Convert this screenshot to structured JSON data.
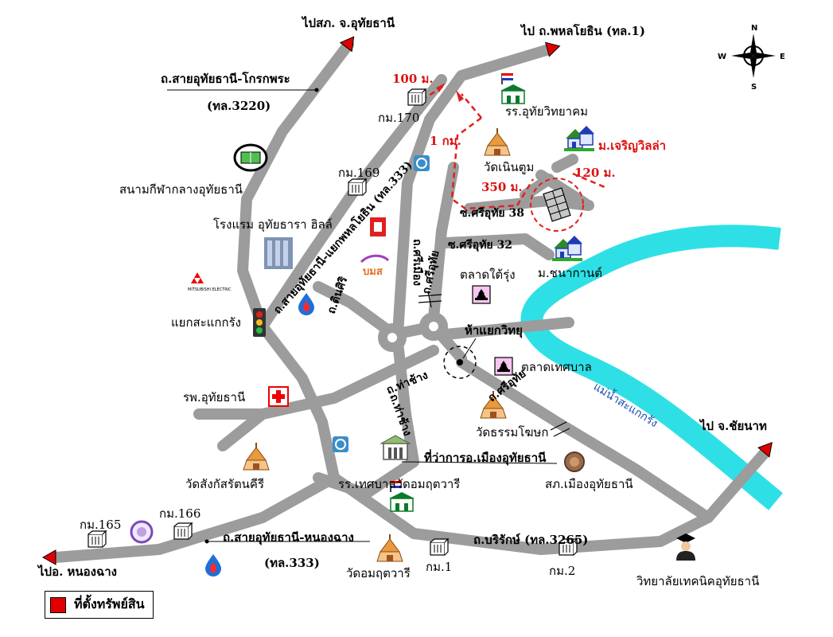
{
  "colors": {
    "road": "#9c9c9c",
    "river": "#2ee0e6",
    "route": "#e0201c",
    "property": "#e00000"
  },
  "labels": {
    "to_sk": "ไปสภ. จ.อุทัยธานี",
    "to_phahon": "ไป ถ.พหลโยธิน (ทล.1)",
    "rd_3220": "ถ.สายอุทัยธานี-โกรกพระ",
    "rd_3220_code": "(ทล.3220)",
    "km170": "กม.170",
    "km169": "กม.169",
    "km166": "กม.166",
    "km165": "กม.165",
    "km1": "กม.1",
    "km2": "กม.2",
    "stadium": "สนามกีฬากลางอุทัยธานี",
    "hotel": "โรงแรม อุทัยธารา ฮิลล์",
    "junction_sakae": "แยกสะแกกรัง",
    "hospital": "รพ.อุทัยธานี",
    "wat_sangkat": "วัดสังกัสรัตนคีรี",
    "to_nongchang": "ไปอ. หนองฉาง",
    "rd_333": "ถ.สายอุทัยธานี-หนองฉาง",
    "rd_333_code": "(ทล.333)",
    "wat_ubosot_bottom": "วัดอมฤตวารี",
    "school_wat": "รร.เทศบาลวัดอมฤตวารี",
    "district_office": "ที่ว่าการอ.เมืองอุทัยธานี",
    "police": "สภ.เมืองอุทัยธานี",
    "rd_borirak": "ถ.บริรักษ์ (ทล.3265)",
    "college": "วิทยาลัยเทคนิคอุทัยธานี",
    "to_chainat": "ไป จ.ชัยนาท",
    "river": "แม่น้ำสะแกกรัง",
    "wat_thammo": "วัดธรรมโฆษก",
    "market_city": "ตลาดเทศบาล",
    "junction_witthaya": "ห้าแยกวิทยุ",
    "market_tairung": "ตลาดใต้รุ่ง",
    "village_chonakarn": "ม.ชนากานต์",
    "soi_32": "ซ.ศรีอุทัย 32",
    "soi_38": "ซ.ศรีอุทัย 38",
    "village_charoen": "ม.เจริญวิลล่า",
    "wat_noen": "วัดเนินตูม",
    "school_uthai": "รร.อุทัยวิทยาคม",
    "dist_100": "100 ม.",
    "dist_1km": "1 กม.",
    "dist_350": "350 ม.",
    "dist_120": "120 ม.",
    "rd_tha_chang": "ถ.ท่าช้าง",
    "rd_tha_chang2": "ถ.ท่าช้าง",
    "rd_sri_uthai": "ถ.ศรีอุทัย",
    "rd_sri_uthai2": "ถ.ศรีอุทัย",
    "rd_sri_muang": "ถ.ศรีเมือง",
    "rd_tinsiri": "ถ.ตินศิริ",
    "rd_phahon_junction": "ถ.สายอุทัยธานี-แยกพหลโยธิน (ทล.333)",
    "mitsubishi": "MITSUBISHI ELECTRIC",
    "bank_logo": "บมส",
    "compass_n": "N",
    "compass_s": "S",
    "compass_e": "E",
    "compass_w": "W"
  },
  "legend": {
    "label": "ที่ตั้งทรัพย์สิน"
  },
  "icons": {
    "compass": "compass-rose-icon",
    "arrow": "direction-arrow-icon",
    "km_post": "km-marker-icon",
    "temple": "temple-icon",
    "school": "school-icon",
    "market": "market-icon",
    "hospital": "red-cross-icon",
    "traffic_light": "traffic-light-icon",
    "gas": "gas-station-icon",
    "village": "village-house-icon",
    "police": "police-badge-icon",
    "property": "property-building-icon"
  }
}
